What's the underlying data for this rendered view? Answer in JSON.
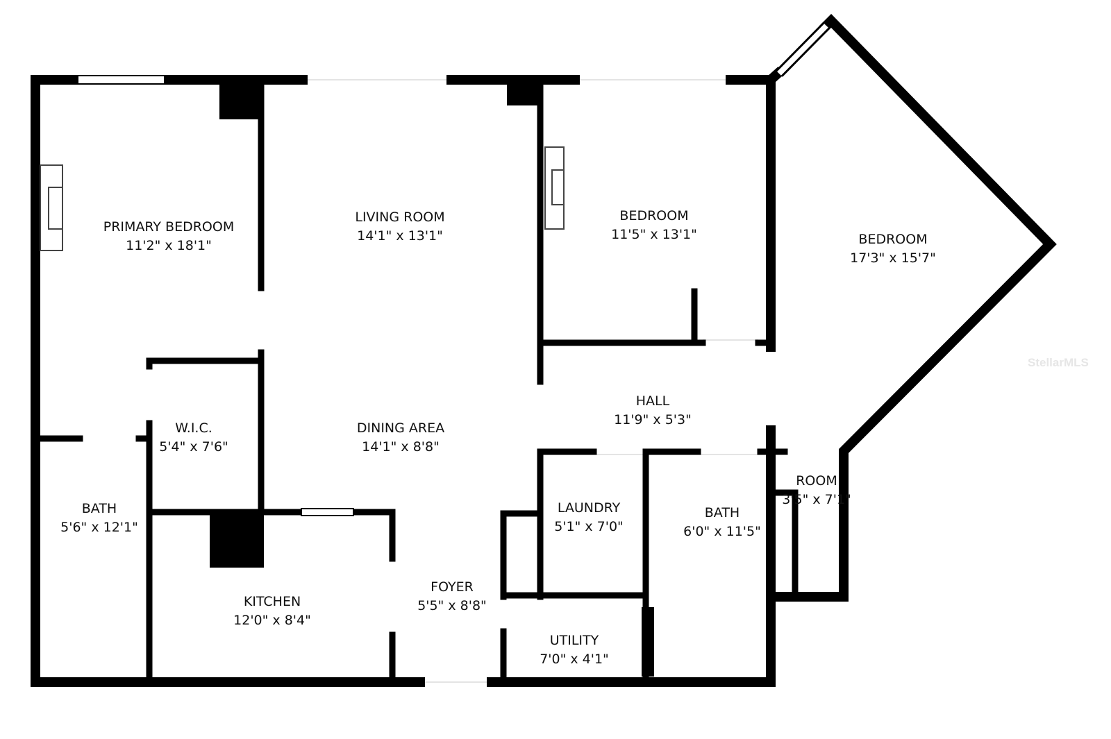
{
  "rooms": [
    {
      "name": "PRIMARY BEDROOM",
      "dims": "11'2\" x 18'1\""
    },
    {
      "name": "LIVING ROOM",
      "dims": "14'1\" x 13'1\""
    },
    {
      "name": "BEDROOM",
      "dims": "11'5\" x 13'1\""
    },
    {
      "name": "BEDROOM",
      "dims": "17'3\" x 15'7\""
    },
    {
      "name": "W.I.C.",
      "dims": "5'4\" x 7'6\""
    },
    {
      "name": "DINING AREA",
      "dims": "14'1\" x 8'8\""
    },
    {
      "name": "HALL",
      "dims": "11'9\" x 5'3\""
    },
    {
      "name": "BATH",
      "dims": "5'6\" x 12'1\""
    },
    {
      "name": "LAUNDRY",
      "dims": "5'1\" x 7'0\""
    },
    {
      "name": "BATH",
      "dims": "6'0\" x 11'5\""
    },
    {
      "name": "ROOM",
      "dims": "3'5\" x 7'1\""
    },
    {
      "name": "KITCHEN",
      "dims": "12'0\" x 8'4\""
    },
    {
      "name": "FOYER",
      "dims": "5'5\" x 8'8\""
    },
    {
      "name": "UTILITY",
      "dims": "7'0\" x 4'1\""
    }
  ],
  "watermark": "StellarMLS"
}
